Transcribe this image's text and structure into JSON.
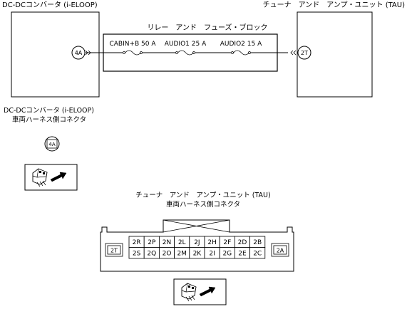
{
  "left_module": {
    "title": "DC-DCコンバータ (i-ELOOP)",
    "connector": "4A"
  },
  "right_module": {
    "title": "チューナ　アンド　アンプ・ユニット (TAU)",
    "connector": "2T"
  },
  "fuse_block": {
    "title": "リレー　アンド　フューズ・ブロック",
    "fuses": [
      {
        "label": "CABIN+B 50 A"
      },
      {
        "label": "AUDIO1 25 A"
      },
      {
        "label": "AUDIO2 15 A"
      }
    ]
  },
  "connector_4a": {
    "title_line1": "DC-DCコンバータ (i-ELOOP)",
    "title_line2": "車両ハーネス側コネクタ",
    "id": "4A"
  },
  "connector_tau": {
    "title_line1": "チューナ　アンド　アンプ・ユニット (TAU)",
    "title_line2": "車両ハーネス側コネクタ",
    "left_id": "2T",
    "right_id": "2A",
    "rows": [
      [
        "2R",
        "2P",
        "2N",
        "2L",
        "2J",
        "2H",
        "2F",
        "2D",
        "2B"
      ],
      [
        "2S",
        "2Q",
        "2O",
        "2M",
        "2K",
        "2I",
        "2G",
        "2E",
        "2C"
      ]
    ]
  }
}
